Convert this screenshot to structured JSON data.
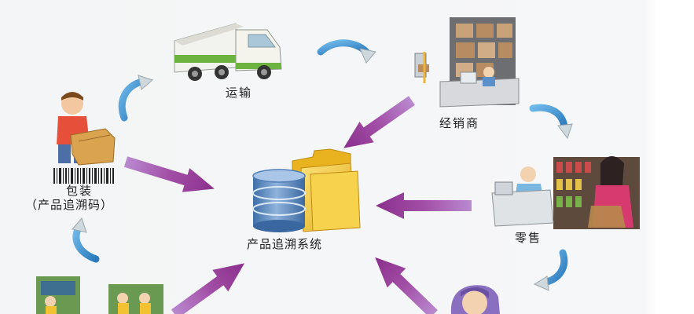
{
  "nodes": {
    "transport": "运输",
    "distributor": "经销商",
    "packaging": "包装",
    "packaging_code": "（产品追溯码）",
    "retail": "零售",
    "system": "产品追溯系统"
  },
  "colors": {
    "flow_arrow": "#a34aa2",
    "cycle_arrow": "#3d92d0",
    "database": "#4e82bd",
    "folder": "#f0c22a"
  }
}
